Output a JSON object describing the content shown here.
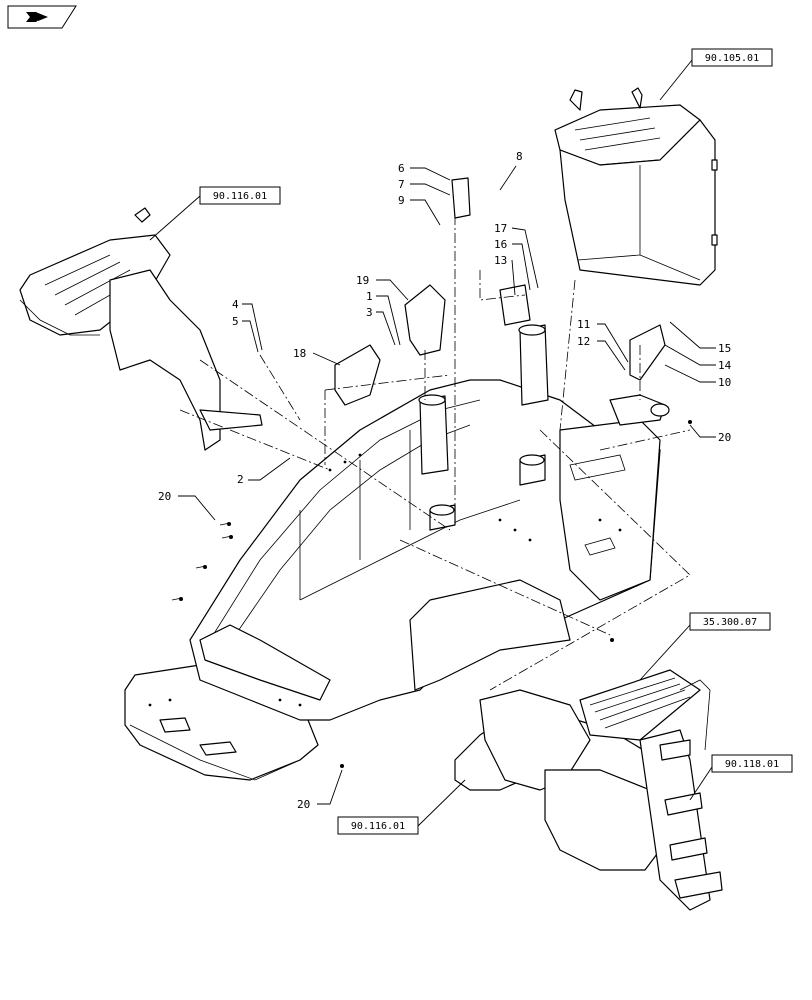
{
  "refs": {
    "r1": "90.105.01",
    "r2": "90.116.01",
    "r3": "35.300.07",
    "r4": "90.118.01",
    "r5": "90.116.01"
  },
  "callouts": {
    "c1": "1",
    "c2": "2",
    "c3": "3",
    "c4": "4",
    "c5": "5",
    "c6": "6",
    "c7": "7",
    "c8": "8",
    "c9": "9",
    "c10": "10",
    "c11": "11",
    "c12": "12",
    "c13": "13",
    "c14": "14",
    "c15": "15",
    "c16": "16",
    "c17": "17",
    "c18": "18",
    "c19": "19",
    "c20a": "20",
    "c20b": "20",
    "c20c": "20"
  },
  "icons": {
    "nav": "next-page-arrow-icon"
  }
}
